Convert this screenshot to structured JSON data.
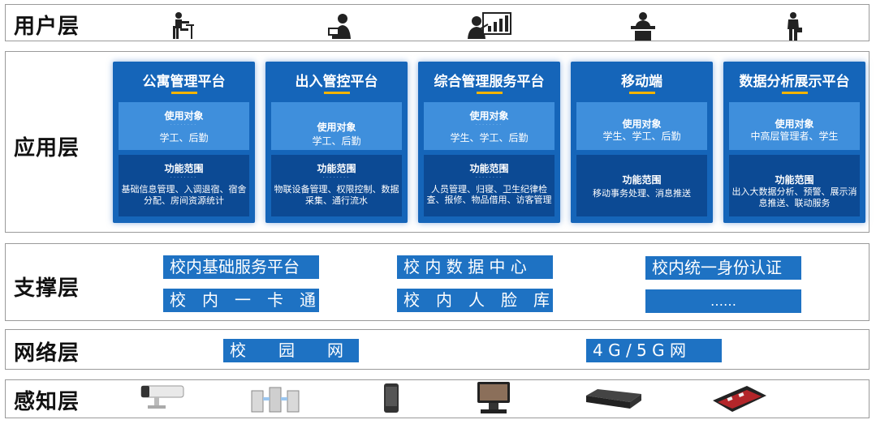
{
  "layers": {
    "user": {
      "title": "用户层"
    },
    "application": {
      "title": "应用层"
    },
    "support": {
      "title": "支撑层"
    },
    "network": {
      "title": "网络层"
    },
    "perception": {
      "title": "感知层"
    }
  },
  "user_icons": [
    "desk-worker-icon",
    "computer-user-icon",
    "presenter-chart-icon",
    "podium-speaker-icon",
    "businessman-icon"
  ],
  "apps": [
    {
      "title": "公寓管理平台",
      "users_label": "使用对象",
      "users": "学工、后勤",
      "func_label": "功能范围",
      "func": "基础信息管理、入调退宿、宿舍分配、房间资源统计"
    },
    {
      "title": "出入管控平台",
      "users_label": "使用对象",
      "users": "学工、后勤",
      "func_label": "功能范围",
      "func": "物联设备管理、权限控制、数据采集、通行流水"
    },
    {
      "title": "综合管理服务平台",
      "users_label": "使用对象",
      "users": "学生、学工、后勤",
      "func_label": "功能范围",
      "func": "人员管理、归寝、卫生纪律检查、报修、物品借用、访客管理"
    },
    {
      "title": "移动端",
      "users_label": "使用对象",
      "users": "学生、学工、后勤",
      "func_label": "功能范围",
      "func": "移动事务处理、消息推送"
    },
    {
      "title": "数据分析展示平台",
      "users_label": "使用对象",
      "users": "中高层管理者、学生",
      "func_label": "功能范围",
      "func": "出入大数据分析、预警、展示消息推送、联动服务"
    }
  ],
  "support": {
    "items": [
      "校内基础服务平台",
      "校 内 数 据 中 心",
      "校内统一身份认证",
      "校　内　一　卡　通",
      "校　内　人　脸　库",
      "……"
    ]
  },
  "network": {
    "items": [
      "校　　园　　网",
      "4 G / 5 G 网"
    ]
  },
  "perception_icons": [
    "camera-icon",
    "turnstile-gate-icon",
    "handheld-terminal-icon",
    "face-recognition-terminal-icon",
    "network-device-icon",
    "controller-board-icon"
  ],
  "colors": {
    "card_bg": "#1565b9",
    "card_sub_light": "#3f8fdc",
    "card_sub_dark": "#0c4a94",
    "tag_bg": "#1e72c3",
    "accent": "#f5b400"
  }
}
